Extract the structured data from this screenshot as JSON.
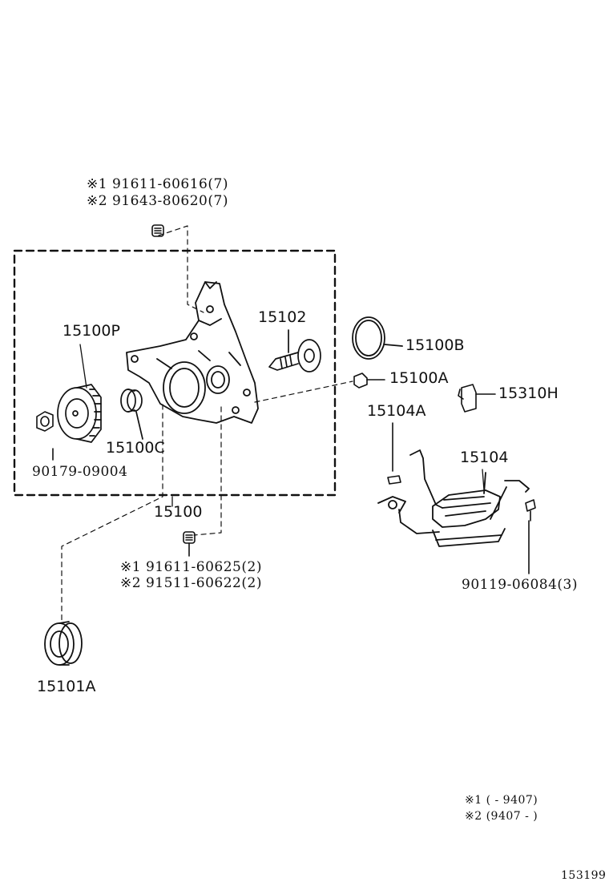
{
  "labels": {
    "note1_top": "※1 91611-60616(7)",
    "note2_top": "※2 91643-80620(7)",
    "p15102": "15102",
    "p15100B": "15100B",
    "p15100A": "15100A",
    "p15100P": "15100P",
    "p15310H": "15310H",
    "p15104A": "15104A",
    "p15104": "15104",
    "p15100C": "15100C",
    "p90179": "90179-09004",
    "p15100": "15100",
    "note1_bottom": "※1 91611-60625(2)",
    "note2_bottom": "※2 91511-60622(2)",
    "p90119": "90119-06084(3)",
    "p15101A": "15101A",
    "legend1": "※1 (      - 9407)",
    "legend2": "※2 (9407 -       )",
    "diagram_id": "153199"
  }
}
